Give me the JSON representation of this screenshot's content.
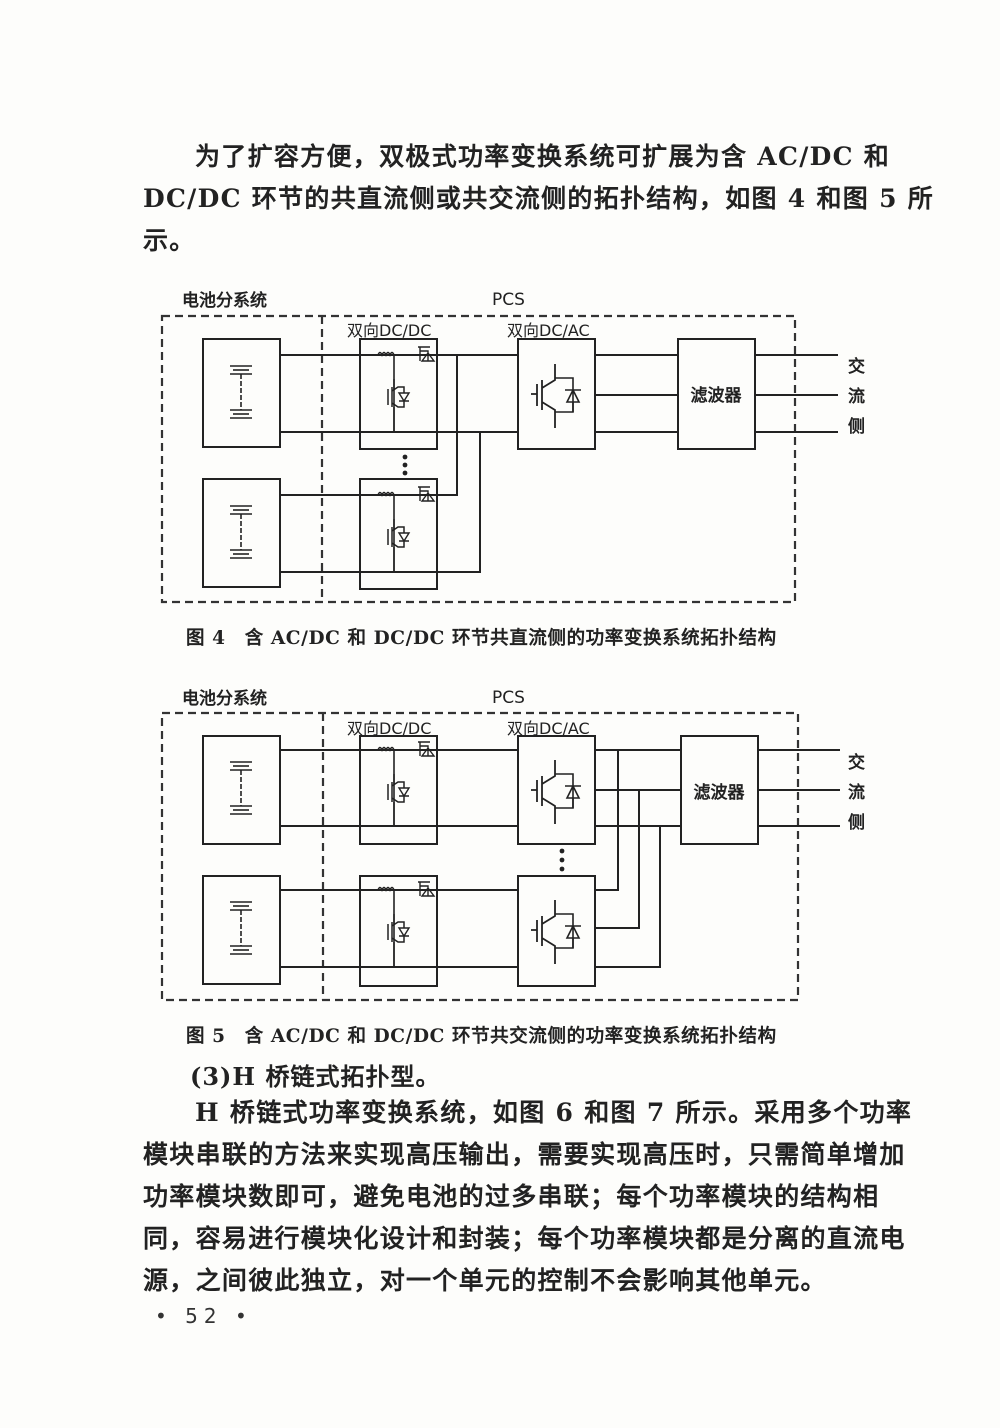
{
  "intro_paragraph": {
    "lines": [
      "为了扩容方便，双极式功率变换系统可扩展为含 AC/DC 和",
      "DC/DC 环节的共直流侧或共交流侧的拓扑结构，如图 4 和图 5 所",
      "示。"
    ]
  },
  "figure4": {
    "battery_subsystem_label": "电池分系统",
    "pcs_label": "PCS",
    "dcdc_label": "双向DC/DC",
    "dcac_label": "双向DC/AC",
    "filter_label": "滤波器",
    "ac_side_label": [
      "交",
      "流",
      "侧"
    ],
    "caption": "图 4　含 AC/DC 和 DC/DC 环节共直流侧的功率变换系统拓扑结构"
  },
  "figure5": {
    "battery_subsystem_label": "电池分系统",
    "pcs_label": "PCS",
    "dcdc_label": "双向DC/DC",
    "dcac_label": "双向DC/AC",
    "filter_label": "滤波器",
    "ac_side_label": [
      "交",
      "流",
      "侧"
    ],
    "caption": "图 5　含 AC/DC 和 DC/DC 环节共交流侧的功率变换系统拓扑结构"
  },
  "section_heading": "(3)H 桥链式拓扑型。",
  "body_paragraph": {
    "lines": [
      "H 桥链式功率变换系统，如图 6 和图 7 所示。采用多个功率",
      "模块串联的方法来实现高压输出，需要实现高压时，只需简单增加",
      "功率模块数即可，避免电池的过多串联；每个功率模块的结构相",
      "同，容易进行模块化设计和封装；每个功率模块都是分离的直流电",
      "源，之间彼此独立，对一个单元的控制不会影响其他单元。"
    ]
  },
  "page_number": "• 52 •"
}
